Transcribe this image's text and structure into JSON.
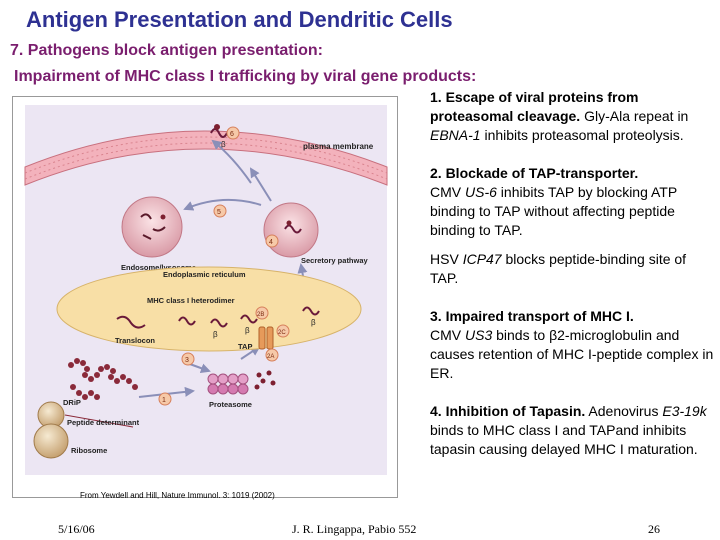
{
  "slide": {
    "title": "Antigen Presentation and Dendritic Cells",
    "subtitle1": "7. Pathogens block antigen presentation:",
    "subtitle2": "Impairment of MHC class I trafficking by viral gene products:"
  },
  "figure": {
    "labels": {
      "plasma_membrane": "plasma membrane",
      "endosome": "Endosome/lysosome",
      "secretory": "Secretory pathway",
      "er": "Endoplasmic reticulum",
      "mhc": "MHC class I heterodimer",
      "translocon": "Translocon",
      "tap": "TAP",
      "proteasome": "Proteasome",
      "drip": "DRiP",
      "peptide": "Peptide determinant",
      "ribosome": "Ribosome",
      "beta": "β"
    },
    "steps": {
      "s1": "1",
      "s2a": "2A",
      "s2b": "2B",
      "s2c": "2C",
      "s3": "3",
      "s4": "4",
      "s5": "5",
      "s6": "6"
    },
    "credit": "From Yewdell and Hill, Nature Immunol. 3: 1019 (2002)"
  },
  "points": {
    "p1_head": "1. Escape of viral proteins from proteasomal cleavage.",
    "p1_a": " Gly-Ala repeat in ",
    "p1_gene": "EBNA-1",
    "p1_b": " inhibits proteasomal proteolysis.",
    "p2_head": "2.  Blockade of TAP-transporter.",
    "p2_a": "CMV ",
    "p2_gene": "US-6",
    "p2_b": " inhibits TAP by blocking ATP binding to TAP without affecting peptide binding to TAP.",
    "p2c_a": "HSV ",
    "p2c_gene": "ICP47",
    "p2c_b": " blocks peptide-binding site of TAP.",
    "p3_head": "3.  Impaired transport of MHC I.",
    "p3_a": "CMV ",
    "p3_gene": "US3",
    "p3_b": " binds to ",
    "p3_beta": "β",
    "p3_c": "2-microglobulin and causes retention of MHC I-peptide complex in ER.",
    "p4_head": "4.  Inhibition of Tapasin.",
    "p4_a": "  Adenovirus ",
    "p4_gene": "E3-19k",
    "p4_b": " binds to MHC class I and TAPand inhibits tapasin causing delayed MHC I maturation."
  },
  "footer": {
    "date": "5/16/06",
    "author": "J. R. Lingappa, Pabio 552",
    "page": "26"
  }
}
